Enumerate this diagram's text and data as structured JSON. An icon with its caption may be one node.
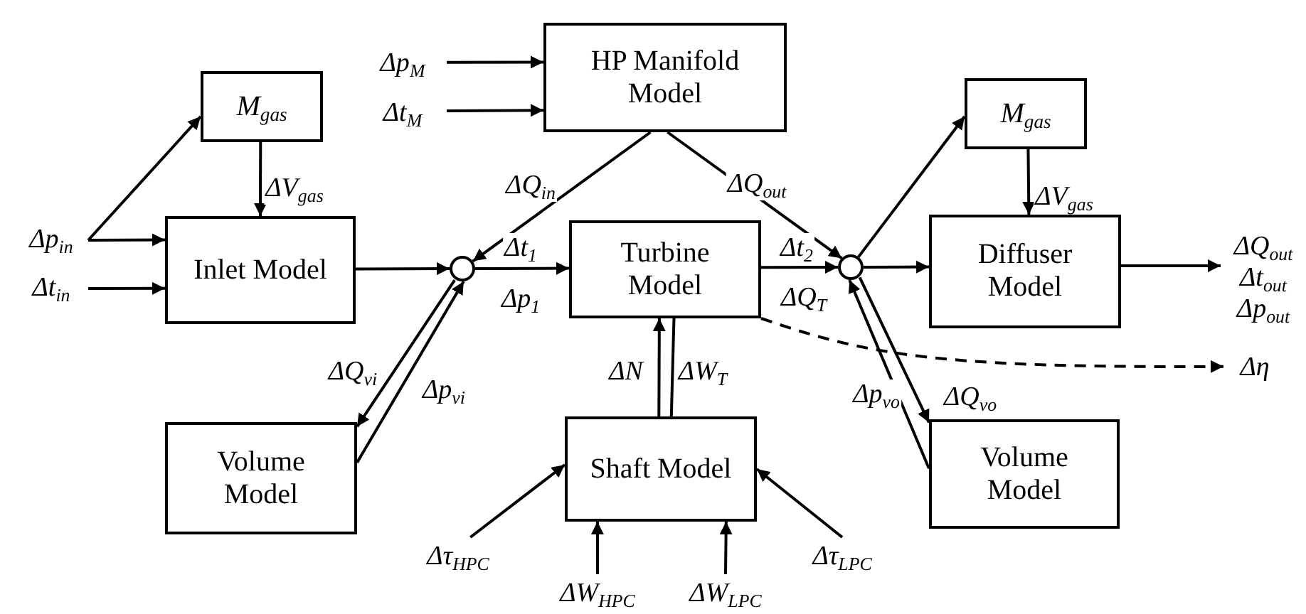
{
  "diagram": {
    "nodes": [
      {
        "text": [
          "Δp$_{M}$"
        ]
      },
      {
        "text": [
          "Δt$_{M}$"
        ]
      },
      {
        "text": [
          "HP Manifold Model"
        ]
      },
      {
        "text": [
          "M$_{gas}$"
        ]
      },
      {
        "text": [
          "Δp$_{in}$"
        ]
      },
      {
        "text": [
          "Δt$_{in}$"
        ]
      },
      {
        "text": [
          "Inlet Model"
        ]
      },
      {
        "text": [],
        "shape": "circle"
      },
      {
        "text": [
          "Turbine Model"
        ]
      },
      {
        "text": [],
        "shape": "circle"
      },
      {
        "text": [
          "M$_{gas}$"
        ]
      },
      {
        "text": [
          "Diffuser Model"
        ]
      },
      {
        "text": [
          "ΔQ$_{out}$",
          "Δt$_{out}$",
          "Δp$_{out}$"
        ]
      },
      {
        "text": [
          "Δη"
        ]
      },
      {
        "text": [
          "Volume Model"
        ]
      },
      {
        "text": [
          "Shaft Model"
        ]
      },
      {
        "text": [
          "Volume Model"
        ]
      },
      {
        "text": [
          "Δτ$_{HPC}$"
        ]
      },
      {
        "text": [
          "ΔW$_{HPC}$"
        ]
      },
      {
        "text": [
          "ΔW$_{LPC}$"
        ]
      },
      {
        "text": [
          "Δτ$_{LPC}$"
        ]
      }
    ],
    "edges": [
      {
        "from": 0,
        "to": 2,
        "arrow": "to"
      },
      {
        "from": 1,
        "to": 2,
        "arrow": "to"
      },
      {
        "from": 4,
        "to": 3,
        "arrow": "to"
      },
      {
        "from": 4,
        "to": 6,
        "arrow": "to"
      },
      {
        "from": 5,
        "to": 6,
        "arrow": "to"
      },
      {
        "from": 3,
        "to": 6,
        "arrow": "to",
        "label": "ΔV$_{gas}$"
      },
      {
        "from": 6,
        "to": 7,
        "arrow": "to"
      },
      {
        "from": 2,
        "to": 7,
        "arrow": "to",
        "label": "ΔQ$_{in}$"
      },
      {
        "from": 7,
        "to": 8,
        "arrow": "to",
        "label": "Δt$_{1}$"
      },
      {
        "from": 8,
        "to": 9,
        "arrow": "to",
        "label": "Δt$_{2}$"
      },
      {
        "from": 2,
        "to": 9,
        "arrow": "to",
        "label": "ΔQ$_{out}$"
      },
      {
        "from": 9,
        "to": 10,
        "arrow": "to"
      },
      {
        "from": 10,
        "to": 11,
        "arrow": "to",
        "label": "ΔV$_{gas}$"
      },
      {
        "from": 9,
        "to": 11,
        "arrow": "to"
      },
      {
        "from": 11,
        "to": 12,
        "arrow": "to"
      },
      {
        "from": 8,
        "to": 13,
        "arrow": "to",
        "style": "dashed"
      },
      {
        "from": 7,
        "to": 14,
        "arrow": "to",
        "label": "ΔQ$_{vi}$"
      },
      {
        "from": 14,
        "to": 7,
        "arrow": "to",
        "label": "Δp$_{vi}$"
      },
      {
        "from": 15,
        "to": 8,
        "arrow": "to",
        "label": "ΔN"
      },
      {
        "from": 8,
        "to": 15,
        "arrow": "to",
        "label": "ΔW$_{T}$"
      },
      {
        "from": 9,
        "to": 16,
        "arrow": "to",
        "label": "ΔQ$_{vo}$"
      },
      {
        "from": 16,
        "to": 9,
        "arrow": "to",
        "label": "Δp$_{vo}$"
      },
      {
        "from": 17,
        "to": 15,
        "arrow": "to"
      },
      {
        "from": 18,
        "to": 15,
        "arrow": "to"
      },
      {
        "from": 19,
        "to": 15,
        "arrow": "to"
      },
      {
        "from": 20,
        "to": 15,
        "arrow": "to"
      }
    ],
    "labels": [
      "Δp$_{1}$",
      "ΔQ$_{T}$"
    ]
  }
}
